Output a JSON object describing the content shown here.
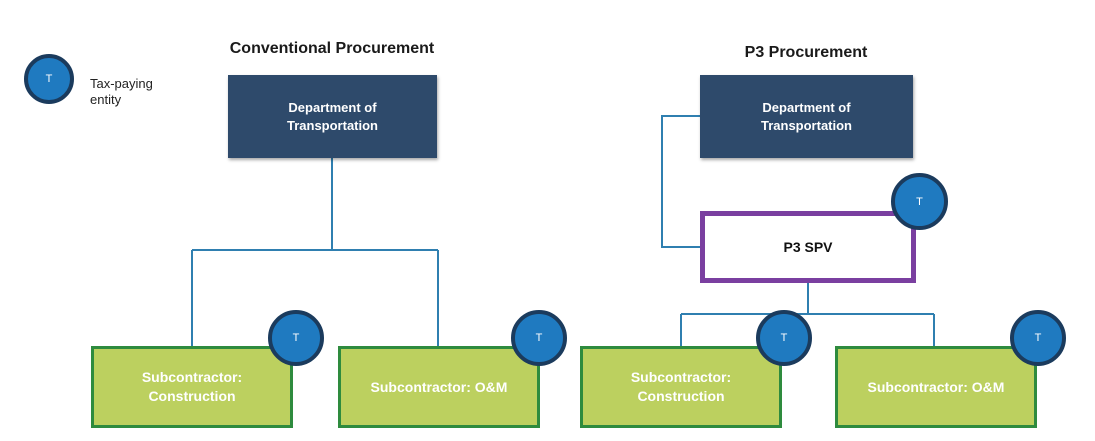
{
  "legend": {
    "badge": "T",
    "label": "Tax-paying\nentity"
  },
  "conventional": {
    "title": "Conventional Procurement",
    "dept": "Department of\nTransportation",
    "sub_construction": "Subcontractor:\nConstruction",
    "sub_om": "Subcontractor: O&M",
    "badge": "T"
  },
  "p3": {
    "title": "P3 Procurement",
    "dept": "Department of\nTransportation",
    "spv": "P3 SPV",
    "sub_construction": "Subcontractor:\nConstruction",
    "sub_om": "Subcontractor: O&M",
    "badge": "T"
  },
  "colors": {
    "dept_fill": "#2e4a6b",
    "spv_border": "#7a3fa0",
    "sub_fill": "#bcd05f",
    "sub_border": "#2e8b3e",
    "badge_fill": "#1f7ac0",
    "badge_ring": "#1b3b5d",
    "connector": "#2f7fb0"
  }
}
